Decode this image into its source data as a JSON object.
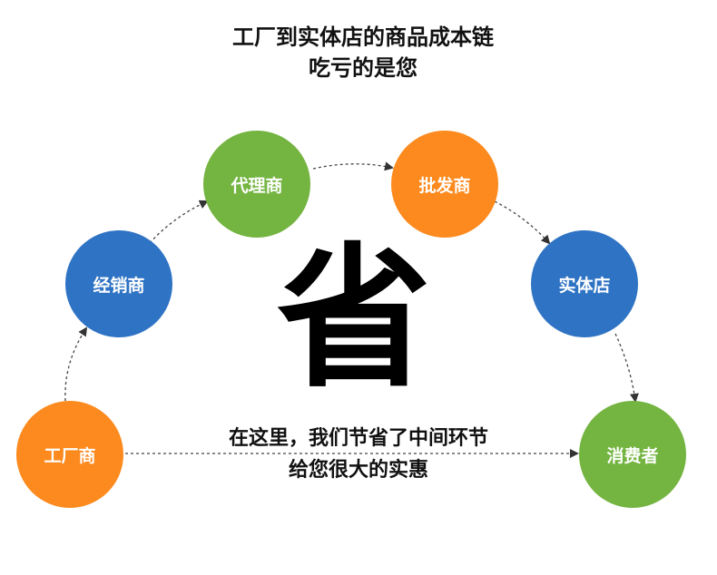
{
  "title": {
    "line1": "工厂到实体店的商品成本链",
    "line2": "吃亏的是您"
  },
  "nodes": {
    "factory": "工厂商",
    "distributor": "经销商",
    "agent": "代理商",
    "wholesaler": "批发商",
    "store": "实体店",
    "consumer": "消费者"
  },
  "center": {
    "big_char": "省",
    "caption_line1": "在这里，我们节省了中间环节",
    "caption_line2": "给您很大的实惠"
  },
  "colors": {
    "orange": "#fc8a1e",
    "blue": "#2f73c4",
    "green": "#74b441",
    "arrow": "#333333"
  }
}
